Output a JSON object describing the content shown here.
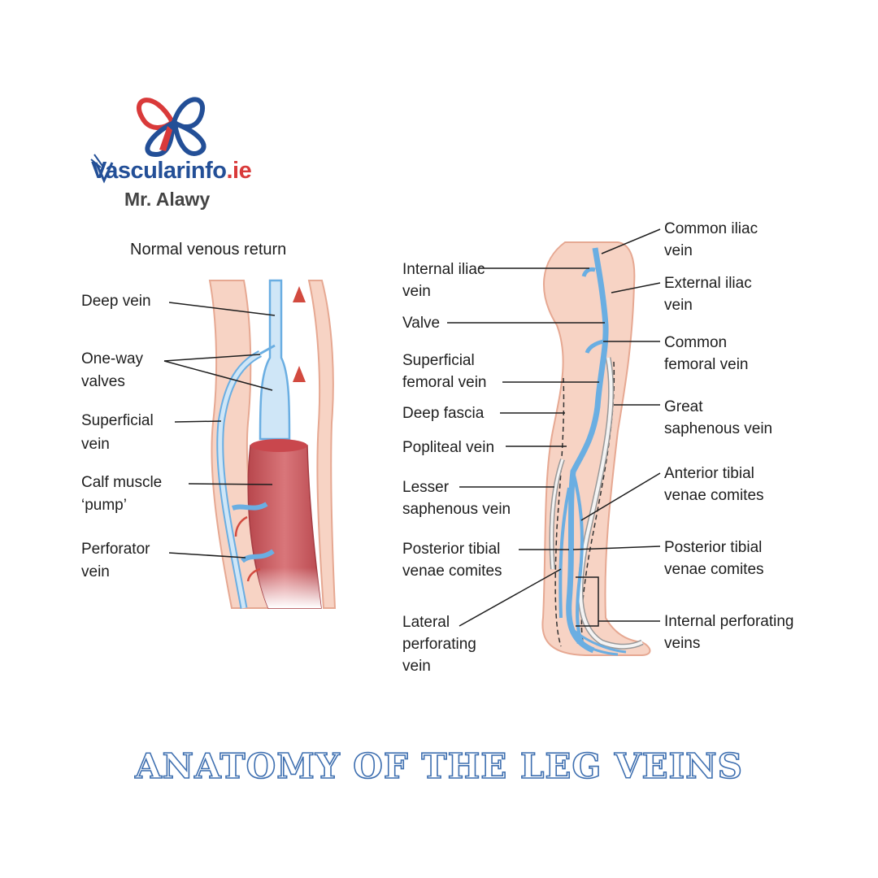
{
  "brand": {
    "name_main": "Vascularinfo",
    "name_suffix": ".ie",
    "author": "Mr. Alawy",
    "colors": {
      "blue": "#234f97",
      "red": "#d93a3a"
    }
  },
  "left_panel": {
    "title": "Normal venous return",
    "labels": {
      "deep_vein": "Deep vein",
      "valves_1": "One-way",
      "valves_2": "valves",
      "superficial_1": "Superficial",
      "superficial_2": "vein",
      "calf_1": "Calf muscle",
      "calf_2": "‘pump’",
      "perforator_1": "Perforator",
      "perforator_2": "vein"
    }
  },
  "right_panel": {
    "labels": {
      "internal_iliac_1": "Internal iliac",
      "internal_iliac_2": "vein",
      "valve": "Valve",
      "sfv_1": "Superficial",
      "sfv_2": "femoral vein",
      "deep_fascia": "Deep fascia",
      "popliteal": "Popliteal vein",
      "lesser_1": "Lesser",
      "lesser_2": "saphenous vein",
      "post_tib_l1": "Posterior tibial",
      "post_tib_l2": "venae comites",
      "lateral_1": "Lateral",
      "lateral_2": "perforating",
      "lateral_3": "vein",
      "common_iliac_1": "Common iliac",
      "common_iliac_2": "vein",
      "external_iliac_1": "External iliac",
      "external_iliac_2": "vein",
      "cfv_1": "Common",
      "cfv_2": "femoral vein",
      "gsv_1": "Great",
      "gsv_2": "saphenous vein",
      "ant_tib_1": "Anterior tibial",
      "ant_tib_2": "venae comites",
      "post_tib_r1": "Posterior tibial",
      "post_tib_r2": "venae comites",
      "int_perf_1": "Internal perforating",
      "int_perf_2": "veins"
    }
  },
  "title": "ANATOMY OF THE LEG VEINS",
  "colors": {
    "skin": "#f7d3c4",
    "skin_edge": "#e6a892",
    "vein": "#6aaee2",
    "vein_light": "#cfe6f7",
    "muscle": "#c9555a",
    "arrow": "#d24a3f",
    "title_stroke": "#3e6fb0"
  }
}
